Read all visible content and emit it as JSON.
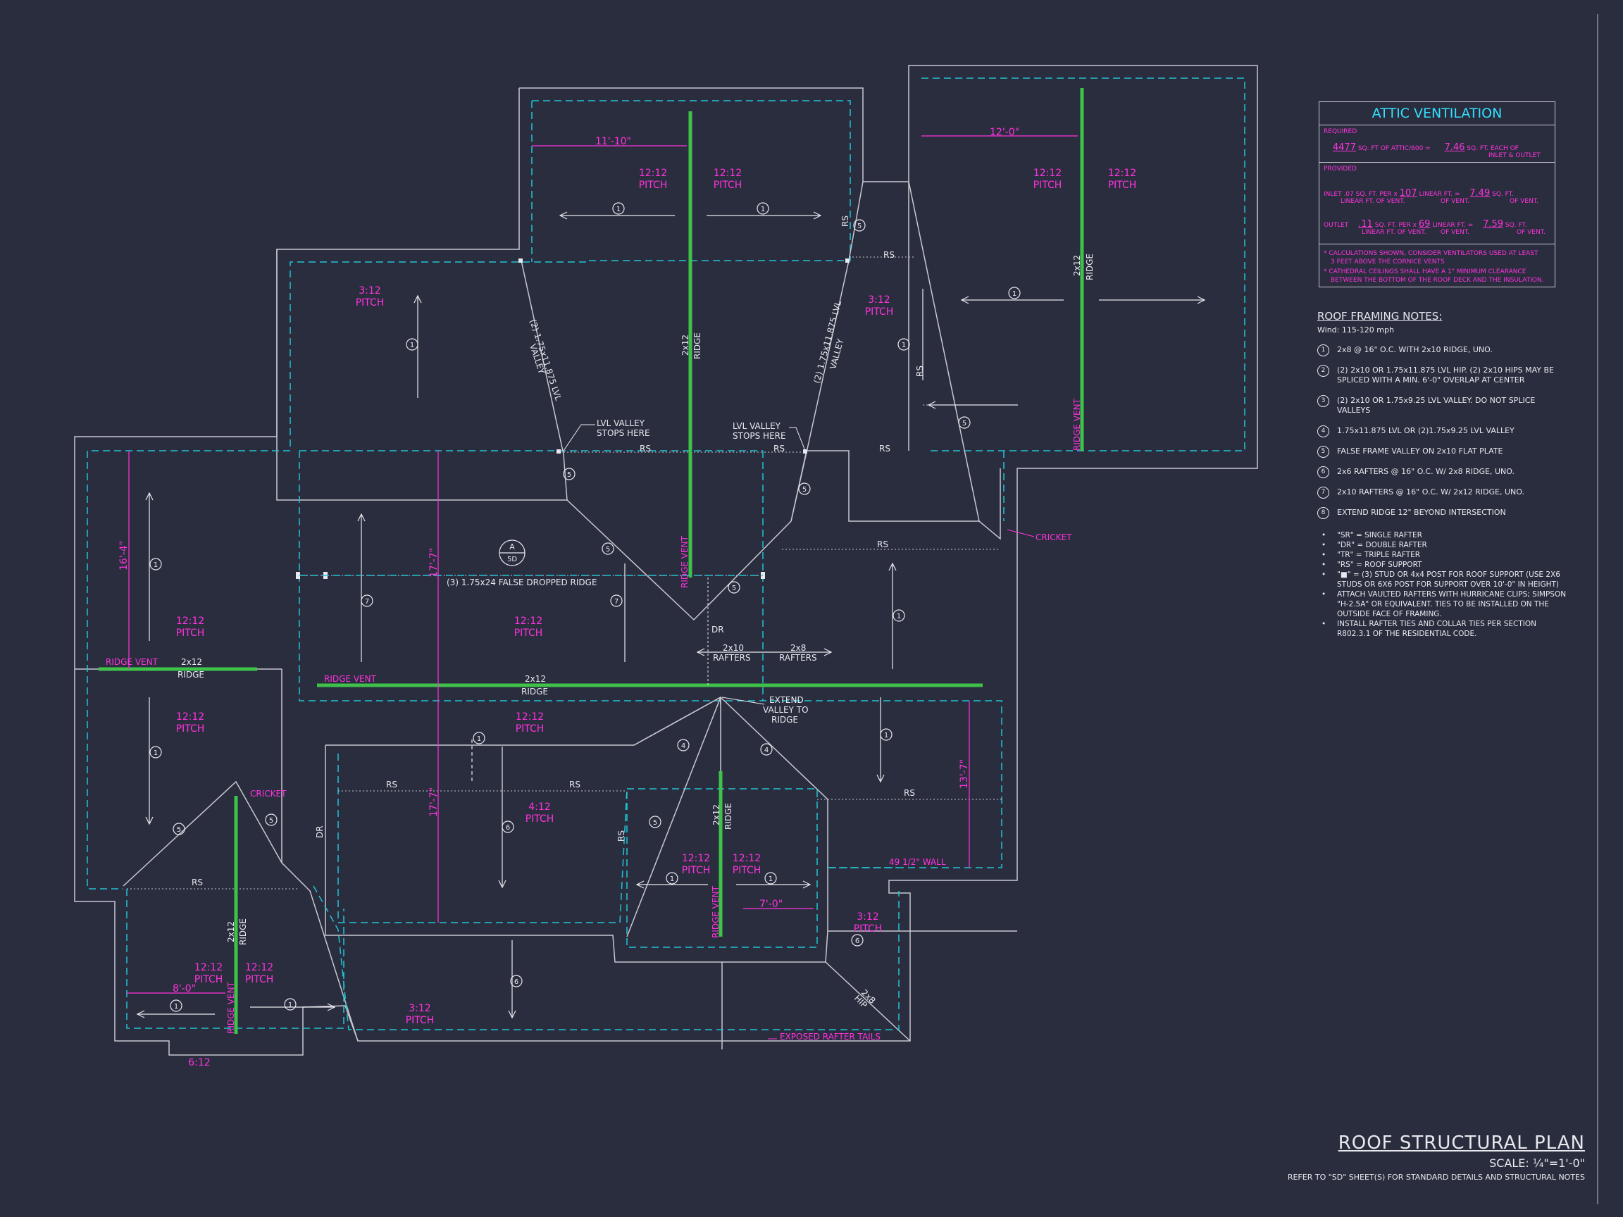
{
  "colors": {
    "background": "#2a2d3e",
    "outline": "#c8c8d0",
    "dashed": "#22c4d4",
    "magenta": "#ff33dd",
    "green": "#3fc24a",
    "white": "#e8e8ee",
    "cyan_title": "#33e0ff"
  },
  "plan_labels": {
    "pitch_12_12": "12:12",
    "pitch_3_12": "3:12",
    "pitch_4_12": "4:12",
    "pitch_6_12": "6:12",
    "pitch_word": "PITCH",
    "rs": "RS",
    "dr": "DR",
    "ridge": "RIDGE",
    "two_by_twelve": "2x12",
    "ridge_vent": "RIDGE VENT",
    "valley_lvl_1": "(2) 1.75x11.875 LVL",
    "valley_word": "VALLEY",
    "valley_lvl_2": "(2) 1.75x11.875 LVL",
    "lvl_valley_stops_1": "LVL VALLEY",
    "lvl_valley_stops_2": "STOPS HERE",
    "false_dropped_ridge": "(3) 1.75x24 FALSE DROPPED RIDGE",
    "rafters_2x10": "2x10",
    "rafters_2x8": "2x8",
    "rafters_word": "RAFTERS",
    "extend_valley_1": "EXTEND",
    "extend_valley_2": "VALLEY TO",
    "extend_valley_3": "RIDGE",
    "cricket": "CRICKET",
    "wall_49": "49 1/2\" WALL",
    "exposed_tails": "EXPOSED RAFTER TAILS",
    "hip_2x8": "2x8",
    "hip_word": "HIP",
    "section_a": "A",
    "section_5d": "5D",
    "dim_11_10": "11'-10\"",
    "dim_12_0": "12'-0\"",
    "dim_16_4": "16'-4\"",
    "dim_17_7": "17'-7\"",
    "dim_13_7": "13'-7\"",
    "dim_7_0": "7'-0\"",
    "dim_8_0": "8'-0\"",
    "tag_1": "1",
    "tag_5": "5",
    "tag_6": "6",
    "tag_7": "7",
    "tag_4": "4"
  },
  "ventilation": {
    "title": "ATTIC VENTILATION",
    "required_label": "REQUIRED",
    "required_area": "4477",
    "required_text": "SQ. FT OF ATTIC/600 =",
    "required_result": "7.46",
    "required_unit": "SQ. FT. EACH OF",
    "required_unit2": "INLET & OUTLET",
    "provided_label": "PROVIDED",
    "inlet_text": "INLET .07 SQ. FT. PER x",
    "inlet_text2": "LINEAR FT. OF VENT.",
    "inlet_lf": "107",
    "inlet_lf_text": "LINEAR FT. =",
    "inlet_lf_text2": "OF VENT.",
    "inlet_result": "7.49",
    "inlet_unit": "SQ. FT.",
    "inlet_unit2": "OF VENT.",
    "outlet_text": "OUTLET",
    "outlet_rate": ".11",
    "outlet_text_b": "SQ. FT. PER x",
    "outlet_text2": "LINEAR FT. OF VENT.",
    "outlet_lf": "69",
    "outlet_lf_text": "LINEAR FT. =",
    "outlet_lf_text2": "OF VENT.",
    "outlet_result": "7.59",
    "outlet_unit": "SQ. FT.",
    "outlet_unit2": "OF VENT.",
    "note1": "* CALCULATIONS SHOWN, CONSIDER VENTILATORS USED AT LEAST",
    "note1b": "3 FEET ABOVE THE CORNICE VENTS",
    "note2": "* CATHEDRAL CEILINGS SHALL HAVE A 1\" MINIMUM CLEARANCE",
    "note2b": "BETWEEN THE BOTTOM OF THE ROOF DECK AND THE INSULATION."
  },
  "notes": {
    "title": "ROOF FRAMING NOTES:",
    "wind": "Wind: 115-120 mph",
    "items": [
      {
        "num": "1",
        "text": "2x8 @ 16\" O.C. WITH 2x10 RIDGE, UNO."
      },
      {
        "num": "2",
        "text": "(2) 2x10 OR 1.75x11.875 LVL HIP. (2) 2x10 HIPS MAY BE SPLICED WITH A MIN. 6'-0\" OVERLAP AT CENTER"
      },
      {
        "num": "3",
        "text": "(2) 2x10 OR 1.75x9.25 LVL VALLEY. DO NOT SPLICE VALLEYS"
      },
      {
        "num": "4",
        "text": "1.75x11.875 LVL OR (2)1.75x9.25 LVL VALLEY"
      },
      {
        "num": "5",
        "text": "FALSE FRAME VALLEY ON 2x10 FLAT PLATE"
      },
      {
        "num": "6",
        "text": "2x6 RAFTERS @ 16\" O.C. W/ 2x8 RIDGE, UNO."
      },
      {
        "num": "7",
        "text": "2x10 RAFTERS @ 16\" O.C. W/ 2x12 RIDGE, UNO."
      },
      {
        "num": "8",
        "text": "EXTEND RIDGE 12\" BEYOND INTERSECTION"
      }
    ],
    "bullets": [
      "\"SR\" = SINGLE RAFTER",
      "\"DR\" = DOUBLE RAFTER",
      "\"TR\" = TRIPLE RAFTER",
      "\"RS\" = ROOF SUPPORT",
      "\"■\" = (3) STUD OR 4x4 POST FOR ROOF SUPPORT (USE 2X6 STUDS OR 6X6 POST FOR SUPPORT OVER 10'-0\" IN HEIGHT)",
      "ATTACH VAULTED RAFTERS WITH HURRICANE CLIPS; SIMPSON \"H-2.5A\" OR EQUIVALENT. TIES TO BE INSTALLED ON THE OUTSIDE FACE OF FRAMING.",
      "INSTALL RAFTER TIES AND COLLAR TIES PER SECTION R802.3.1 OF THE RESIDENTIAL CODE."
    ]
  },
  "title_block": {
    "title": "ROOF STRUCTURAL PLAN",
    "scale": "SCALE: ¼\"=1'-0\"",
    "reference": "REFER TO \"SD\" SHEET(S) FOR STANDARD DETAILS AND STRUCTURAL NOTES"
  }
}
